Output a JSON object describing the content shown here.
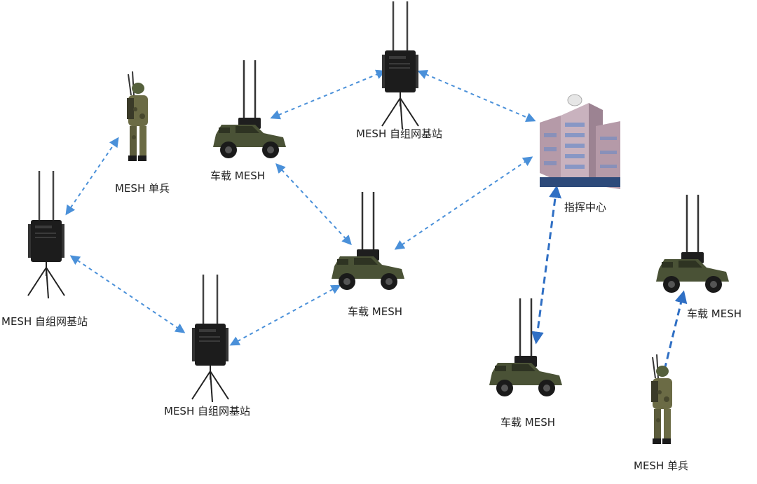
{
  "colors": {
    "link": "#4a90d9",
    "link_strong": "#2f6fc4",
    "vehicle_body": "#4a5236",
    "vehicle_dark": "#2e3322",
    "device": "#1c1c1c",
    "building": "#b59aa8",
    "building_glass": "#5d86c9",
    "camo": "#6b6b45"
  },
  "nodes": {
    "base_station_left": {
      "label": "MESH 自组网基站",
      "icon": "mesh-base-station-icon"
    },
    "soldier_left": {
      "label": "MESH 单兵",
      "icon": "soldier-icon"
    },
    "vehicle_top": {
      "label": "车载 MESH",
      "icon": "vehicle-icon"
    },
    "base_station_top": {
      "label": "MESH 自组网基站",
      "icon": "mesh-base-station-icon"
    },
    "vehicle_center": {
      "label": "车载 MESH",
      "icon": "vehicle-icon"
    },
    "base_station_bottom": {
      "label": "MESH 自组网基站",
      "icon": "mesh-base-station-icon"
    },
    "command_center": {
      "label": "指挥中心",
      "icon": "building-icon"
    },
    "vehicle_bottom_right": {
      "label": "车载 MESH",
      "icon": "vehicle-icon"
    },
    "vehicle_far_right": {
      "label": "车载 MESH",
      "icon": "vehicle-icon"
    },
    "soldier_right": {
      "label": "MESH 单兵",
      "icon": "soldier-icon"
    }
  }
}
